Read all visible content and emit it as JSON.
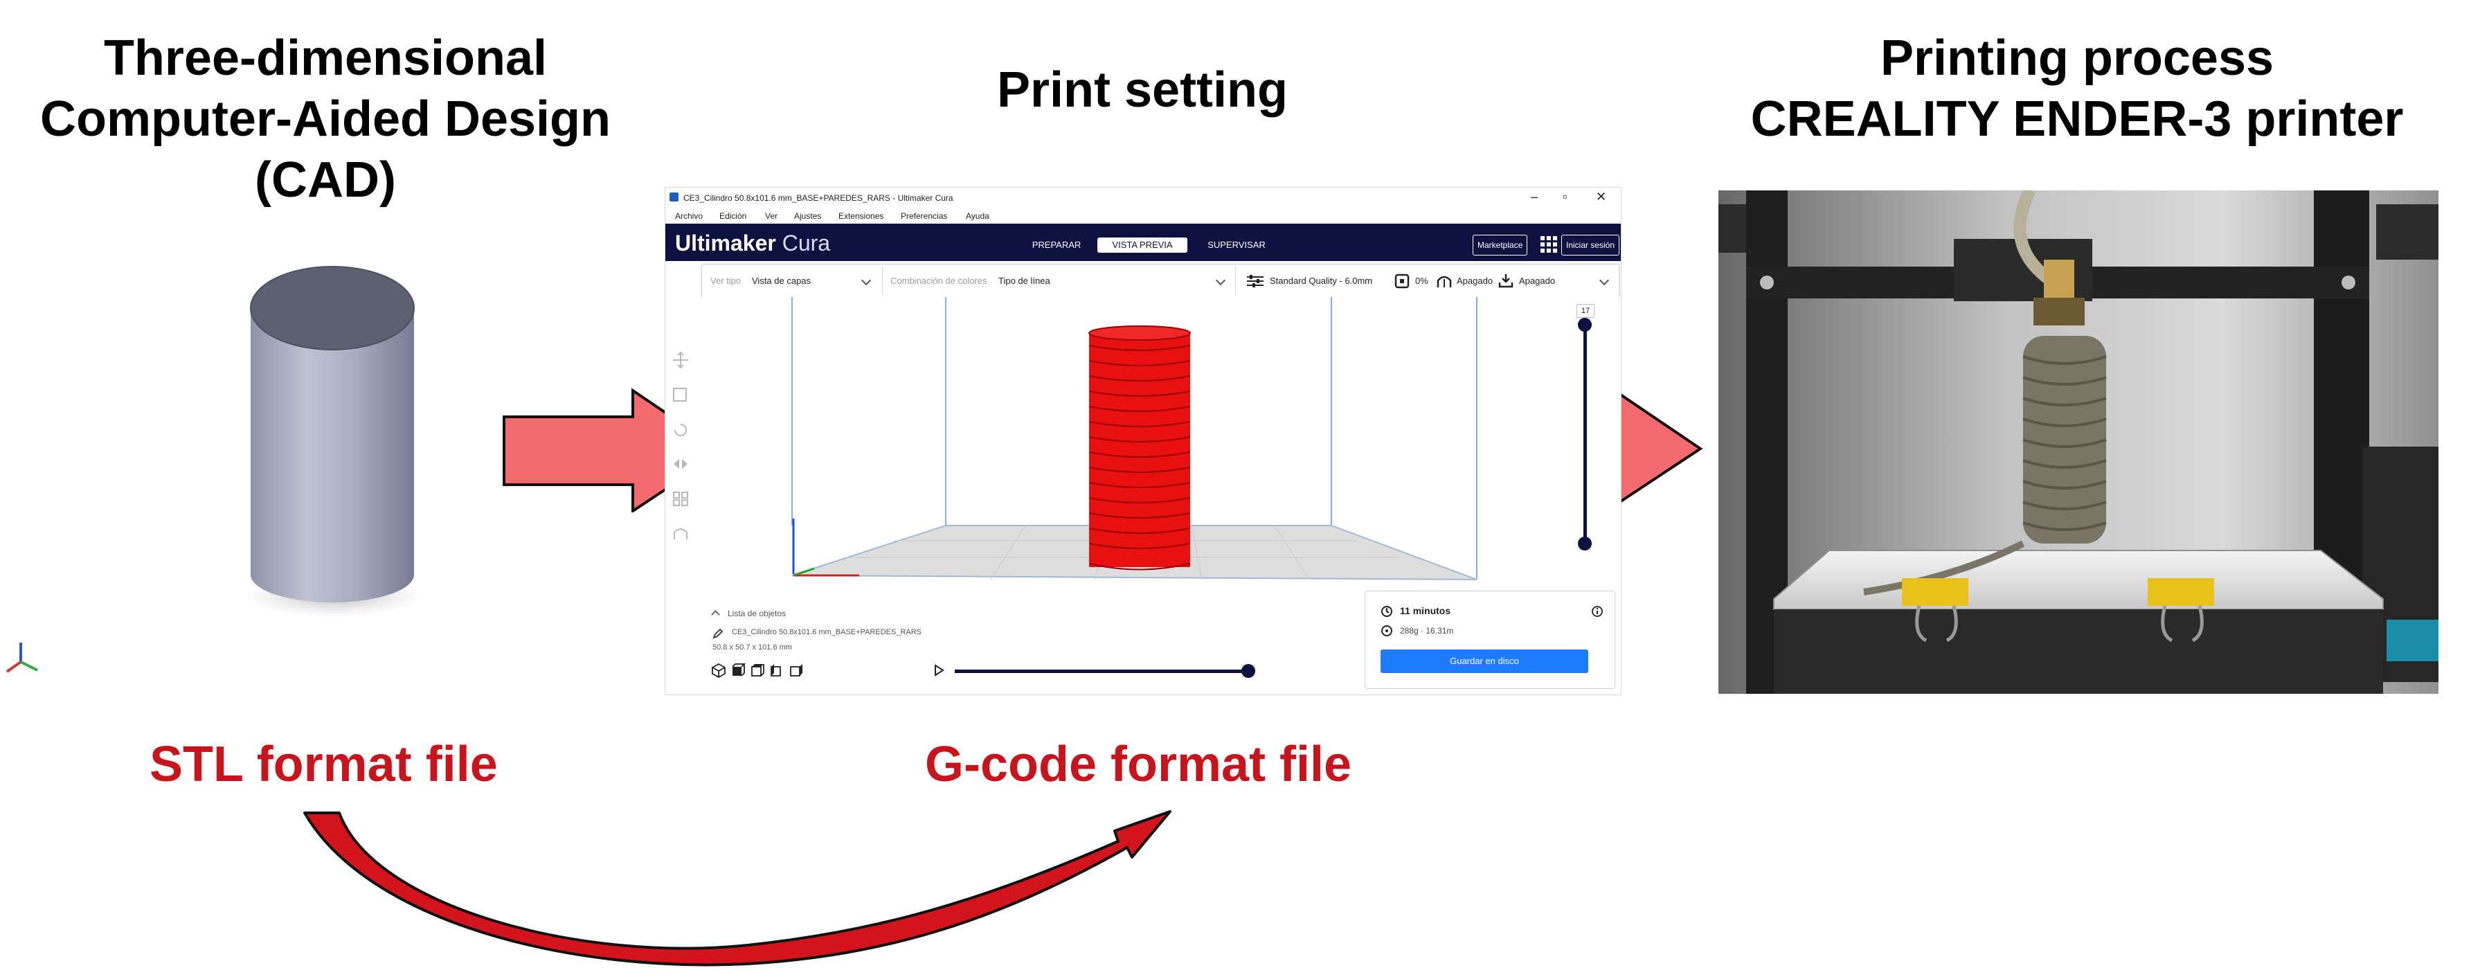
{
  "headings": {
    "cad": [
      "Three-dimensional",
      "Computer-Aided Design",
      "(CAD)"
    ],
    "print_setting": "Print setting",
    "printing": [
      "Printing process",
      "CREALITY ENDER-3 printer"
    ]
  },
  "labels": {
    "stl": "STL format file",
    "gcode": "G-code format file"
  },
  "colors": {
    "arrow_fill": "#f56a6e",
    "label_red": "#c8141c",
    "curved_arrow": "#d4141c",
    "cura_header": "#0d1240",
    "save_button": "#1e7bff"
  },
  "cura": {
    "title": "CE3_Cilindro 50.8x101.6 mm_BASE+PAREDES_RARS - Ultimaker Cura",
    "window_controls": [
      "–",
      "▫",
      "✕"
    ],
    "menu": [
      "Archivo",
      "Edición",
      "Ver",
      "Ajustes",
      "Extensiones",
      "Preferencias",
      "Ayuda"
    ],
    "brand_bold": "Ultimaker",
    "brand_light": "Cura",
    "stages": [
      "PREPARAR",
      "VISTA PREVIA",
      "SUPERVISAR"
    ],
    "active_stage": "VISTA PREVIA",
    "marketplace": "Marketplace",
    "signin": "Iniciar sesión",
    "toolbar": {
      "view_type_label": "Ver tipo",
      "view_type_value": "Vista de capas",
      "color_scheme_label": "Combinación de colores",
      "color_scheme_value": "Tipo de línea",
      "profile": "Standard Quality - 6.0mm",
      "infill": "0%",
      "support": "Apagado",
      "adhesion": "Apagado"
    },
    "layer_number": "17",
    "object_list": "Lista de objetos",
    "object_name": "CE3_Cilindro 50.8x101.6 mm_BASE+PAREDES_RARS",
    "dimensions": "50.8 x 50.7 x 101.6 mm",
    "estimate_time": "11 minutos",
    "estimate_material": "288g · 16.31m",
    "save_label": "Guardar en disco",
    "icons": [
      "move-icon",
      "scale-icon",
      "rotate-icon",
      "mirror-icon",
      "per-model-settings-icon",
      "support-blocker-icon"
    ]
  }
}
